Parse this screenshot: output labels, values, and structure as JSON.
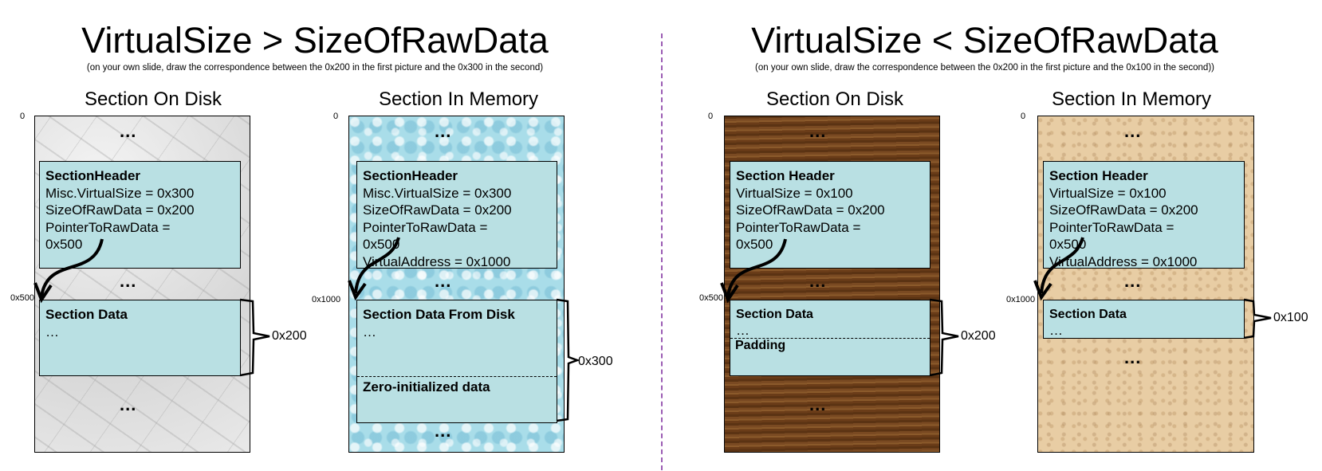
{
  "left": {
    "title": "VirtualSize > SizeOfRawData",
    "subtitle": "(on your own slide, draw the correspondence between the 0x200 in the first picture and the 0x300 in the second)",
    "disk": {
      "heading": "Section On Disk",
      "origin": "0",
      "top_ellipsis": "...",
      "header_title": "SectionHeader",
      "header_lines": [
        "Misc.VirtualSize = 0x300",
        "SizeOfRawData = 0x200",
        "PointerToRawData =",
        "0x500"
      ],
      "mid_ellipsis": "...",
      "offset": "0x500",
      "data_title": "Section Data",
      "data_ellipsis": "…",
      "size": "0x200",
      "bottom_ellipsis": "..."
    },
    "memory": {
      "heading": "Section In Memory",
      "origin": "0",
      "top_ellipsis": "...",
      "header_title": "SectionHeader",
      "header_lines": [
        "Misc.VirtualSize = 0x300",
        "SizeOfRawData = 0x200",
        "PointerToRawData =",
        "0x500",
        "VirtualAddress = 0x1000"
      ],
      "mid_ellipsis": "...",
      "offset": "0x1000",
      "data_title": "Section Data From Disk",
      "data_ellipsis": "…",
      "zero_label": "Zero-initialized data",
      "size": "0x300",
      "bottom_ellipsis": "..."
    }
  },
  "right": {
    "title": "VirtualSize < SizeOfRawData",
    "subtitle": "(on your own slide, draw the correspondence between the 0x200 in the first picture and the 0x100 in the second))",
    "disk": {
      "heading": "Section On Disk",
      "origin": "0",
      "top_ellipsis": "...",
      "header_title": "Section Header",
      "header_lines": [
        "VirtualSize = 0x100",
        "SizeOfRawData = 0x200",
        "PointerToRawData =",
        "0x500"
      ],
      "mid_ellipsis": "...",
      "offset": "0x500",
      "data_title": "Section Data",
      "data_ellipsis": "…",
      "padding_label": "Padding",
      "size": "0x200",
      "bottom_ellipsis": "..."
    },
    "memory": {
      "heading": "Section In Memory",
      "origin": "0",
      "top_ellipsis": "...",
      "header_title": "Section Header",
      "header_lines": [
        "VirtualSize = 0x100",
        "SizeOfRawData = 0x200",
        "PointerToRawData =",
        "0x500",
        "VirtualAddress = 0x1000"
      ],
      "mid_ellipsis": "...",
      "offset": "0x1000",
      "data_title": "Section Data",
      "data_ellipsis": "…",
      "size": "0x100",
      "bottom_ellipsis": "..."
    }
  },
  "colors": {
    "box_fill": "#b9e0e3",
    "divider": "#9a5bb3"
  }
}
